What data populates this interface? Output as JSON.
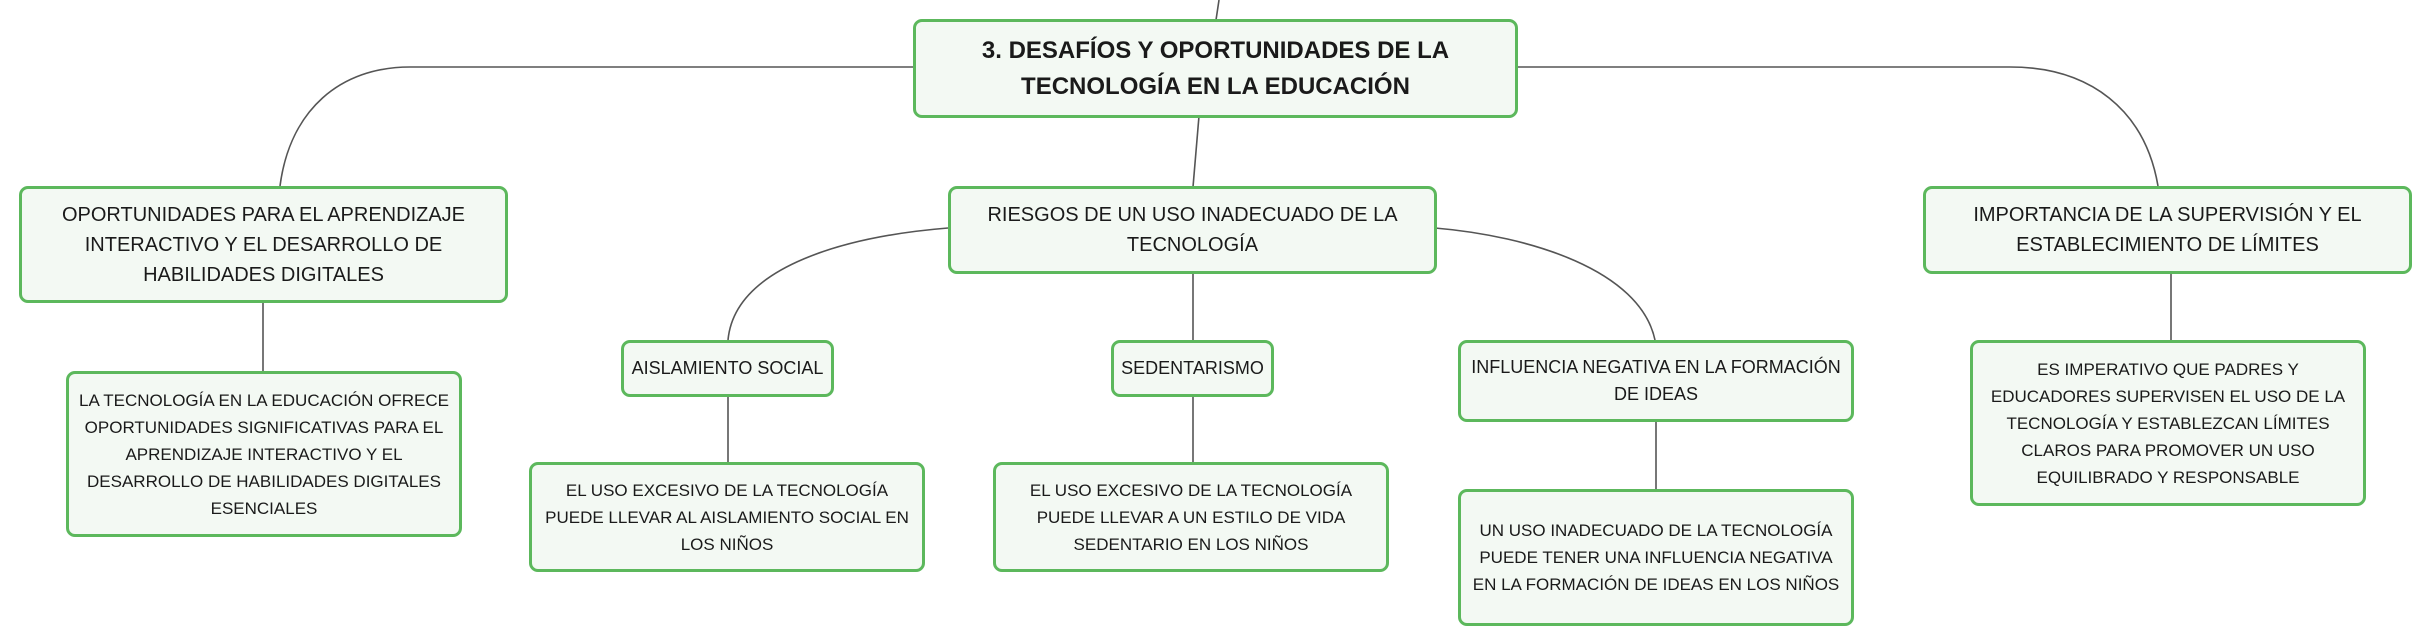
{
  "colors": {
    "node_border": "#5cb85c",
    "node_fill": "#f3f9f3",
    "connector": "#555555",
    "text": "#1a1a1a"
  },
  "root": {
    "label": "3. DESAFÍOS Y OPORTUNIDADES DE LA TECNOLOGÍA EN LA EDUCACIÓN"
  },
  "branches": {
    "opportunities": {
      "label": "OPORTUNIDADES PARA EL APRENDIZAJE INTERACTIVO Y EL DESARROLLO DE HABILIDADES DIGITALES",
      "detail": "LA TECNOLOGÍA EN LA EDUCACIÓN OFRECE OPORTUNIDADES SIGNIFICATIVAS PARA EL APRENDIZAJE INTERACTIVO Y EL DESARROLLO DE HABILIDADES DIGITALES ESENCIALES"
    },
    "risks": {
      "label": "RIESGOS DE UN USO INADECUADO DE LA TECNOLOGÍA",
      "children": [
        {
          "label": "AISLAMIENTO SOCIAL",
          "detail": "EL USO EXCESIVO DE LA TECNOLOGÍA PUEDE LLEVAR AL AISLAMIENTO SOCIAL EN LOS NIÑOS"
        },
        {
          "label": "SEDENTARISMO",
          "detail": "EL USO EXCESIVO DE LA TECNOLOGÍA PUEDE LLEVAR A UN ESTILO DE VIDA SEDENTARIO EN LOS NIÑOS"
        },
        {
          "label": "INFLUENCIA NEGATIVA EN LA FORMACIÓN DE IDEAS",
          "detail": "UN USO INADECUADO DE LA TECNOLOGÍA PUEDE TENER UNA INFLUENCIA NEGATIVA EN LA FORMACIÓN DE IDEAS EN LOS NIÑOS"
        }
      ]
    },
    "supervision": {
      "label": "IMPORTANCIA DE LA SUPERVISIÓN Y EL ESTABLECIMIENTO DE LÍMITES",
      "detail": "ES IMPERATIVO QUE PADRES Y EDUCADORES SUPERVISEN EL USO DE LA TECNOLOGÍA Y ESTABLEZCAN LÍMITES CLAROS PARA PROMOVER UN USO EQUILIBRADO Y RESPONSABLE"
    }
  }
}
